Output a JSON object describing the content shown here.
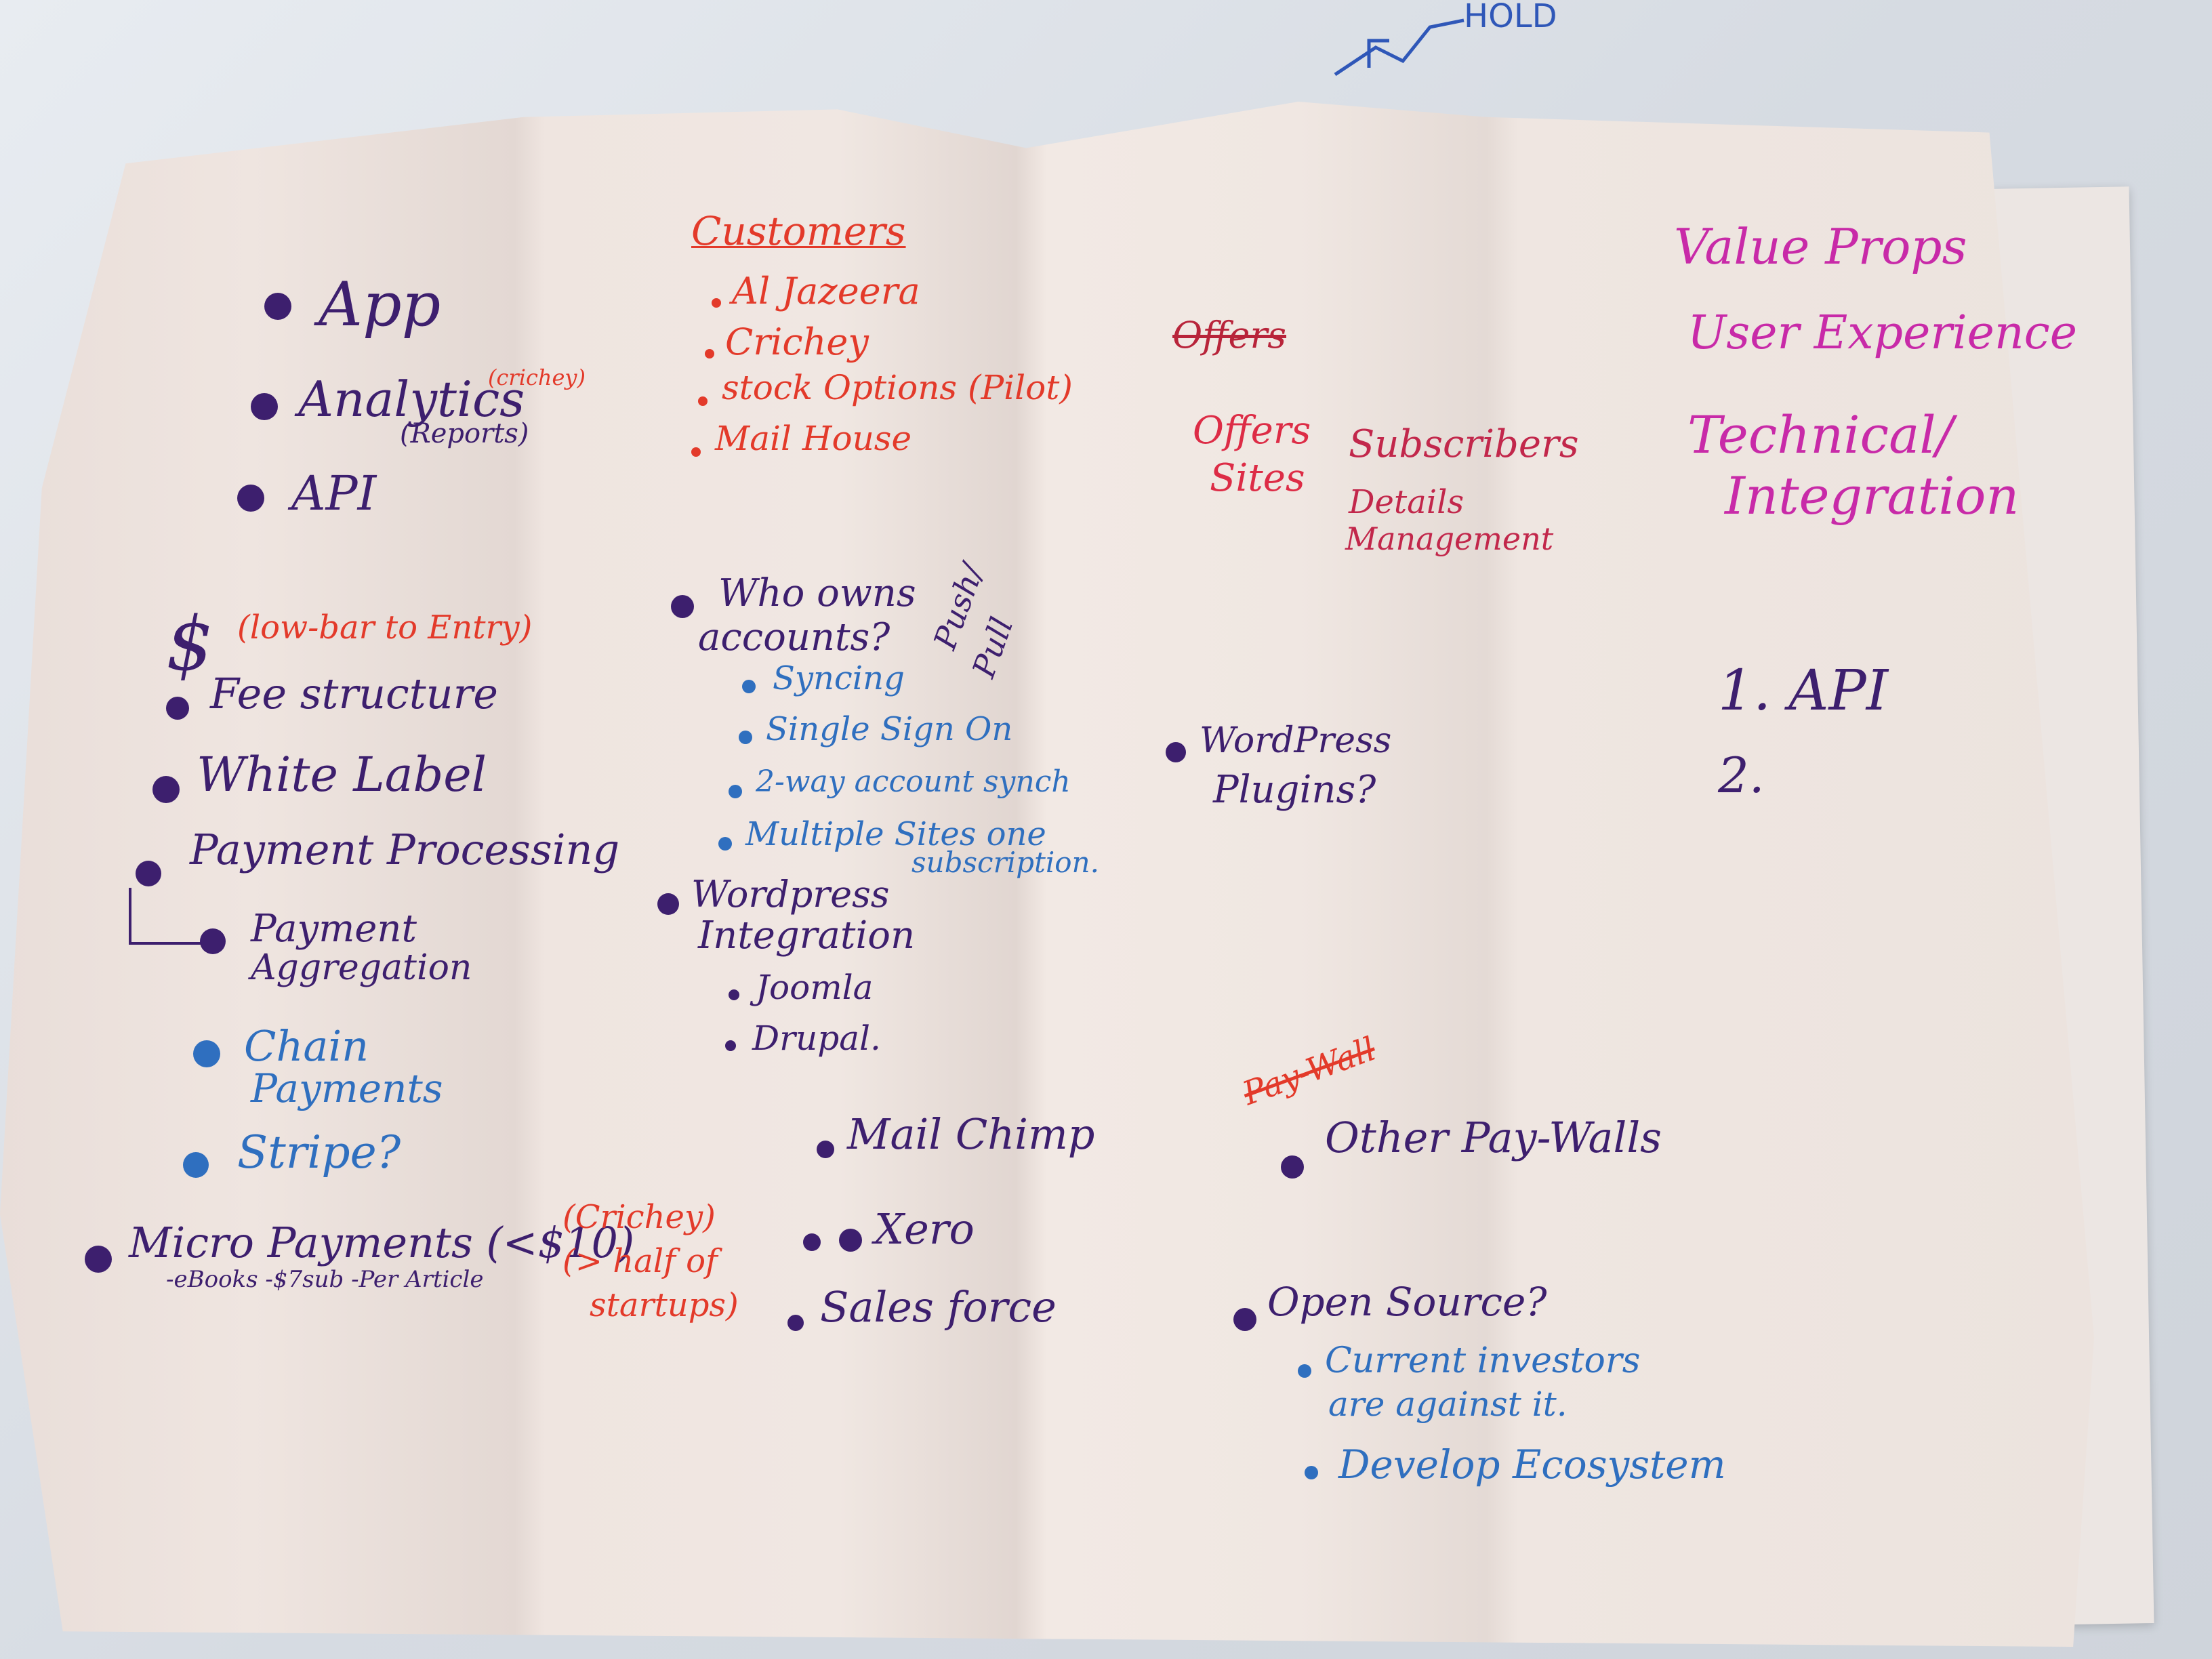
{
  "colors": {
    "purple_ink": "#3d1f6e",
    "red_ink": "#e33a2a",
    "blue_ink": "#2f6fbf",
    "magenta_ink": "#c82aa8"
  },
  "top_scribble": {
    "text": "HOLD"
  },
  "col1": {
    "app": "App",
    "analytics": "Analytics",
    "analytics_tag": "(crichey)",
    "analytics_sub": "(Reports)",
    "api": "API",
    "dollar": "$",
    "low_bar": "(low-bar to Entry)",
    "fee": "Fee structure",
    "white_label": "White Label",
    "payment_processing": "Payment Processing",
    "payment_aggregation_1": "Payment",
    "payment_aggregation_2": "Aggregation",
    "chain_1": "Chain",
    "chain_2": "Payments",
    "stripe": "Stripe?",
    "micro": "Micro Payments (<$10)",
    "micro_sub": "-eBooks -$7sub -Per Article"
  },
  "col2": {
    "customers": "Customers",
    "customer_list": [
      "Al Jazeera",
      "Crichey",
      "stock Options (Pilot)",
      "Mail House"
    ],
    "who_owns_1": "Who owns",
    "who_owns_2": "accounts?",
    "push_pull_1": "Push/",
    "push_pull_2": "Pull",
    "sync_list": [
      "Syncing",
      "Single Sign On",
      "2-way account synch",
      "Multiple Sites one"
    ],
    "subscription": "subscription.",
    "wp_1": "Wordpress",
    "wp_2": "Integration",
    "cms_list": [
      "Joomla",
      "Drupal."
    ],
    "crichey_1": "(Crichey)",
    "crichey_2": "(> half of",
    "crichey_3": "startups)",
    "mailchimp": "Mail Chimp",
    "xero": "Xero",
    "salesforce": "Sales force"
  },
  "col3": {
    "offers_struck": "Offers",
    "offers_sites_1": "Offers",
    "offers_sites_2": "Sites",
    "subscribers": "Subscribers",
    "details_1": "Details",
    "details_2": "Management",
    "wp_plugins_1": "WordPress",
    "wp_plugins_2": "Plugins?",
    "paywall_struck": "Pay-Wall",
    "other_paywalls": "Other Pay-Walls",
    "open_source": "Open Source?",
    "investors_1": "Current investors",
    "investors_2": "are against it.",
    "ecosystem": "Develop Ecosystem"
  },
  "col4": {
    "value_props": "Value Props",
    "user_exp": "User Experience",
    "technical": "Technical/",
    "integration": "Integration",
    "item_1": "1. API",
    "item_2": "2."
  }
}
